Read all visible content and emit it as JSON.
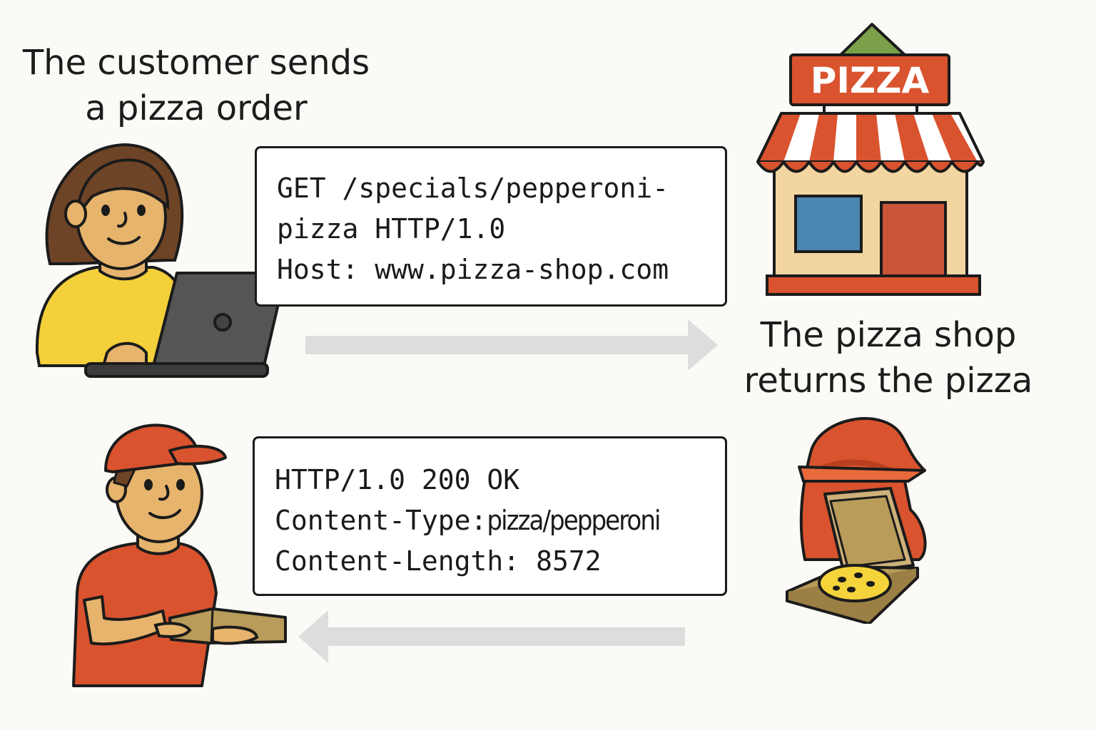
{
  "captions": {
    "customer": "The customer sends a pizza order",
    "shop": "The pizza shop returns the pizza"
  },
  "request": {
    "line1": "GET /specials/pepperoni-",
    "line2": "pizza HTTP/1.0",
    "line3": "Host: www.pizza-shop.com"
  },
  "response": {
    "line1": "HTTP/1.0 200 OK",
    "line2_key": "Content-Type:",
    "line2_value": "pizza/pepperoni",
    "line3_key": "Content-Length:",
    "line3_value": "8572"
  },
  "shop_sign": "PIZZA",
  "colors": {
    "background": "#fbfaf6",
    "arrow": "#dddddd",
    "brand_red": "#d9532e",
    "roof_green": "#7ba04a",
    "shirt_yellow": "#f4d03a",
    "skin": "#e6b46c"
  },
  "icons": [
    "customer-with-laptop",
    "pizza-shop-storefront",
    "delivery-person-with-box",
    "pizza-box-delivery-bag"
  ]
}
